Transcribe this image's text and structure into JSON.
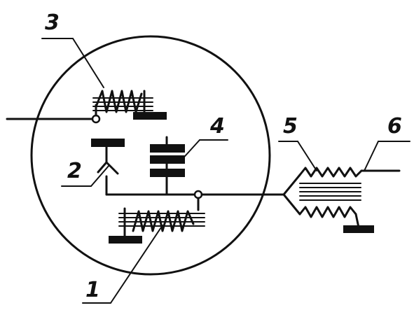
{
  "labels": {
    "l1": "1",
    "l2": "2",
    "l3": "3",
    "l4": "4",
    "l5": "5",
    "l6": "6"
  },
  "colors": {
    "ink": "#111111",
    "background": "#ffffff"
  }
}
